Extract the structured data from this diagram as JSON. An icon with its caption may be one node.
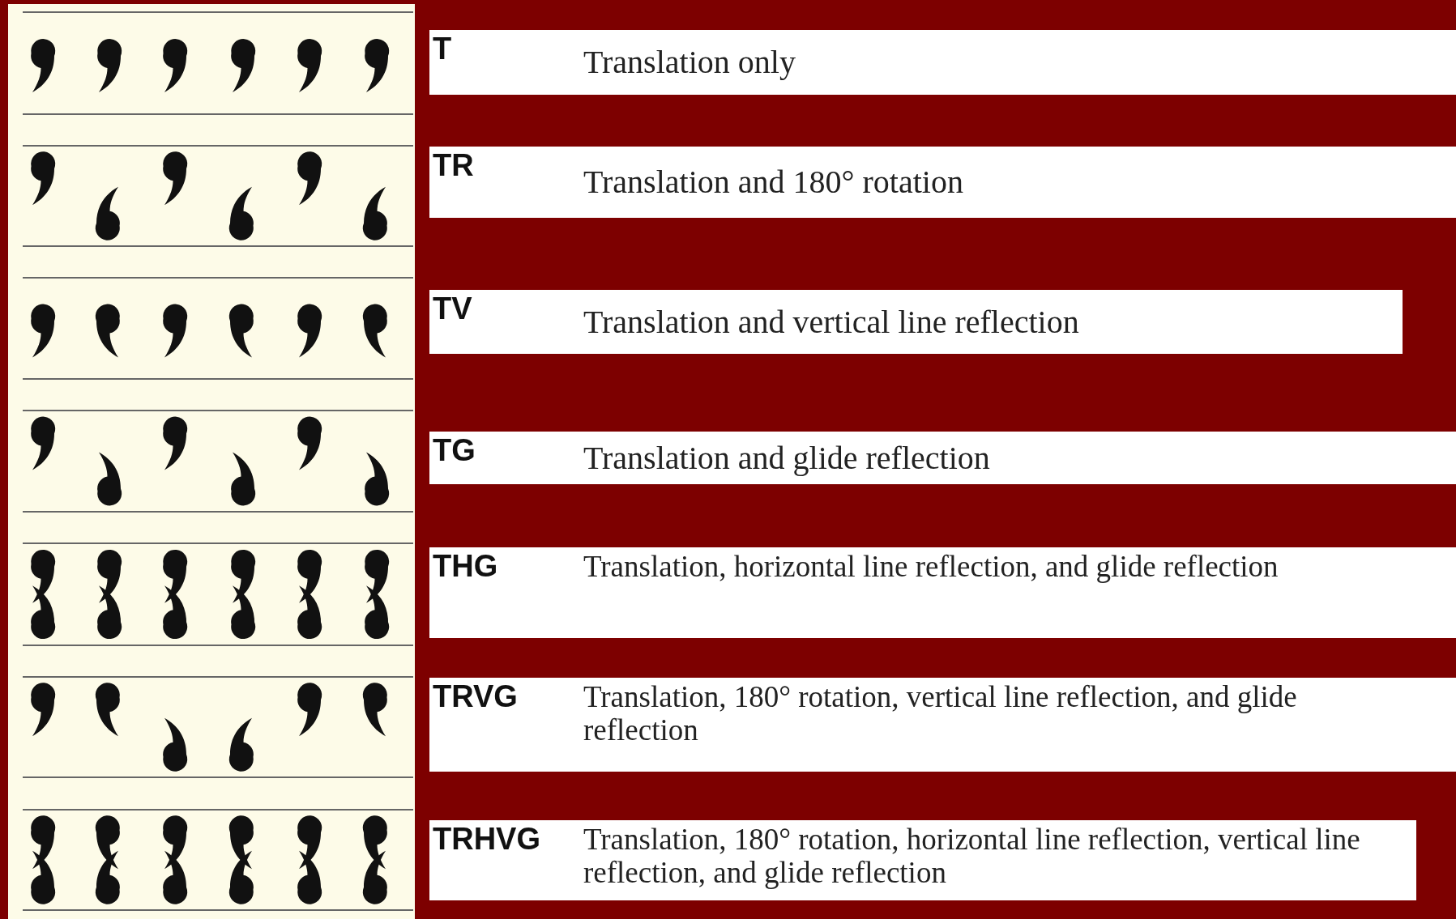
{
  "diagram": {
    "labels": [
      "T",
      "Translation only",
      "TR",
      "Translation and 180° rotation",
      "TV",
      "Translation and vertical line reflection",
      "TG",
      "Translation and glide reflection",
      "THG",
      "Translation, horizontal line reflection, and glide reflection",
      "TRVG",
      "Translation, 180° rotation, vertical line reflection, and glide reflection",
      "TRHVG",
      "Translation, 180° rotation, horizontal line reflection, vertical line reflection, and glide reflection"
    ]
  }
}
